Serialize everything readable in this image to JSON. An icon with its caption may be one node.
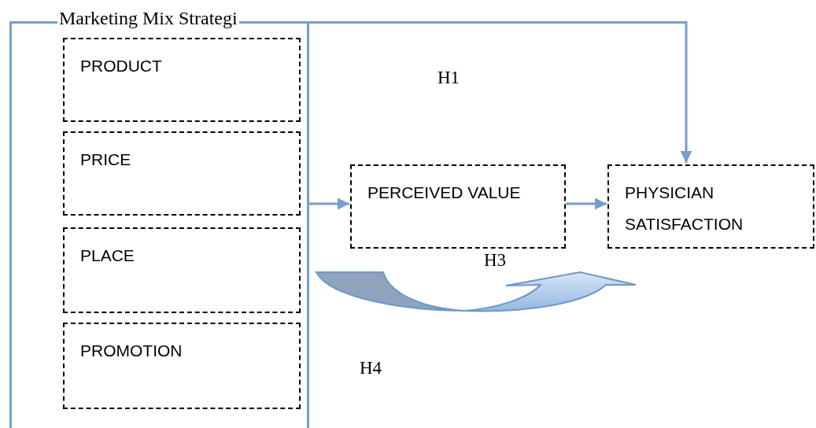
{
  "diagram": {
    "nodes": [
      {
        "text": [
          "Marketing Mix Strategi"
        ]
      },
      {
        "text": [
          "PRODUCT"
        ],
        "in": 0
      },
      {
        "text": [
          "PRICE"
        ],
        "in": 0
      },
      {
        "text": [
          "PLACE"
        ],
        "in": 0
      },
      {
        "text": [
          "PROMOTION"
        ],
        "in": 0
      },
      {
        "text": [
          "PERCEIVED VALUE"
        ]
      },
      {
        "text": [
          "PHYSICIAN SATISFACTION"
        ]
      }
    ],
    "edges": [
      {
        "from": 0,
        "to": 6,
        "arrow": "to"
      },
      {
        "from": 0,
        "to": 5,
        "arrow": "to"
      },
      {
        "from": 5,
        "to": 6,
        "arrow": "to"
      }
    ],
    "labels": [
      "H1",
      "H3",
      "H4"
    ]
  }
}
